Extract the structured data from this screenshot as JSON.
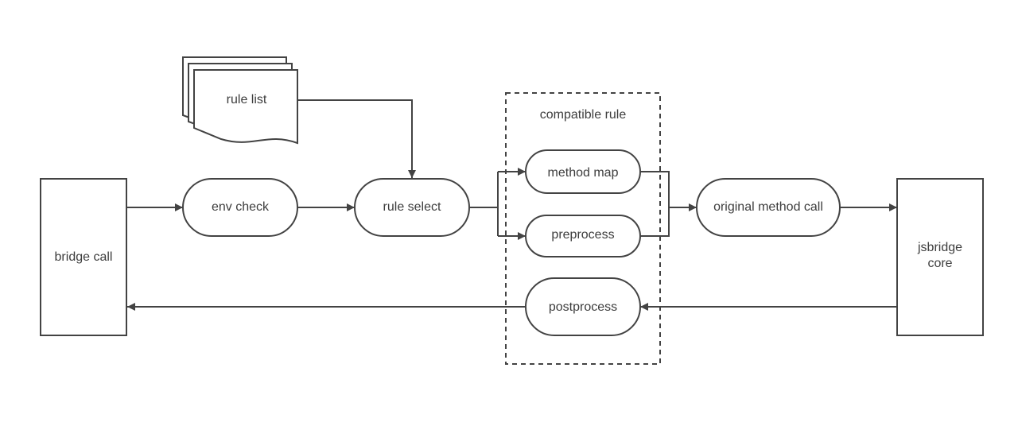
{
  "diagram": {
    "nodes": {
      "bridge_call": "bridge call",
      "env_check": "env check",
      "rule_select": "rule select",
      "rule_list": "rule list",
      "compatible_rule": "compatible rule",
      "method_map": "method map",
      "preprocess": "preprocess",
      "postprocess": "postprocess",
      "original_method_call": "original method call",
      "jsbridge_core_line1": "jsbridge",
      "jsbridge_core_line2": "core"
    },
    "colors": {
      "stroke": "#434343",
      "text": "#3d3d3d",
      "background": "#ffffff"
    }
  }
}
